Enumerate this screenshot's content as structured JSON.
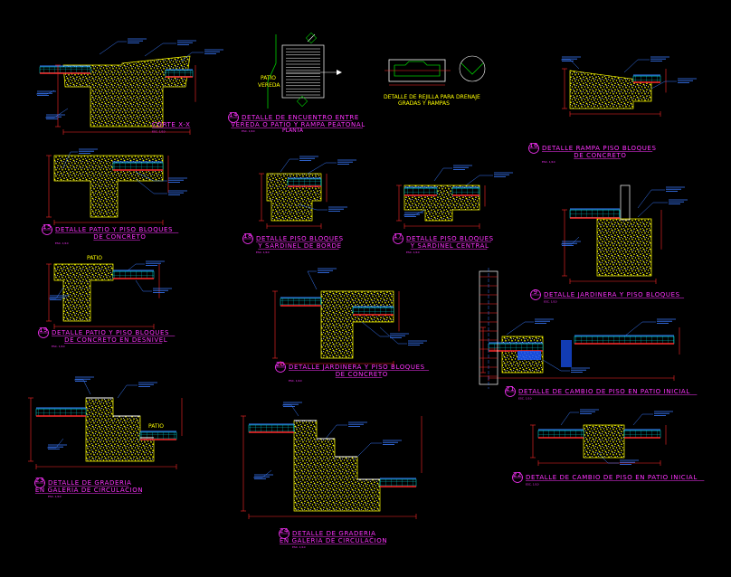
{
  "drawing": {
    "background": "#000000",
    "colors": {
      "titles": "#ff33ff",
      "concrete_hatch": "#ffff00",
      "dimensions": "#ff2a2a",
      "leaders": "#3a7bff",
      "pavers": "#00e5e5",
      "outline": "#ffffff",
      "plan_outline": "#00cc00"
    }
  },
  "details": [
    {
      "id": "corte",
      "number": "",
      "title": "CORTE X-X",
      "title2": "",
      "scale": "ESC. 1/10"
    },
    {
      "id": "d14",
      "number": "14",
      "title": "DETALLE DE ENCUENTRO ENTRE",
      "title2": "VEREDA O PATIO Y RAMPA PEATONAL",
      "scale": "ESC. 1/10"
    },
    {
      "id": "d16",
      "number": "16",
      "title": "DETALLE RAMPA PISO BLOQUES",
      "title2": "DE CONCRETO",
      "scale": "ESC. 1/10"
    },
    {
      "id": "d15",
      "number": "15",
      "title": "DETALLE PATIO Y  PISO BLOQUES",
      "title2": "DE CONCRETO",
      "scale": "ESC. 1/10"
    },
    {
      "id": "d18",
      "number": "18",
      "title": "DETALLE PISO BLOQUES",
      "title2": "Y SARDINEL DE BORDE",
      "scale": "ESC. 1/10"
    },
    {
      "id": "d17",
      "number": "17",
      "title": "DETALLE PISO BLOQUES",
      "title2": "Y SARDINEL CENTRAL",
      "scale": "ESC. 1/10"
    },
    {
      "id": "d9",
      "number": "9",
      "title": "DETALLE JARDINERA Y  PISO BLOQUES",
      "title2": "",
      "scale": "ESC. 1/10"
    },
    {
      "id": "d19",
      "number": "19",
      "title": "DETALLE PATIO Y  PISO BLOQUES",
      "title2": "DE CONCRETO EN DESNIVEL",
      "scale": "ESC. 1/10"
    },
    {
      "id": "d20",
      "number": "20",
      "title": "DETALLE JARDINERA Y  PISO BLOQUES",
      "title2": "DE CONCRETO",
      "scale": "ESC. 1/10"
    },
    {
      "id": "d21",
      "number": "21",
      "title": "DETALLE DE CAMBIO DE PISO EN PATIO INICIAL",
      "title2": "",
      "scale": "ESC. 1/10"
    },
    {
      "id": "d23",
      "number": "23",
      "title": "DETALLE DE GRADERIA",
      "title2": "EN GALERIA DE CIRCULACION",
      "scale": "ESC. 1/10"
    },
    {
      "id": "d22",
      "number": "22",
      "title": "DETALLE DE CAMBIO DE PISO EN PATIO INICIAL",
      "title2": "",
      "scale": "ESC. 1/10"
    },
    {
      "id": "d24",
      "number": "24",
      "title": "DETALLE DE GRADERIA",
      "title2": "EN GALERIA DE CIRCULACION",
      "scale": "ESC. 1/10"
    }
  ],
  "plan_labels": {
    "planta": "PLANTA",
    "rejilla_title": "DETALLE DE REJILLA PARA DRENAJE",
    "rejilla_sub": "GRADAS Y RAMPAS",
    "patio_label": "PATIO",
    "vereda_label": "VEREDA",
    "patio_small": "PATIO"
  }
}
